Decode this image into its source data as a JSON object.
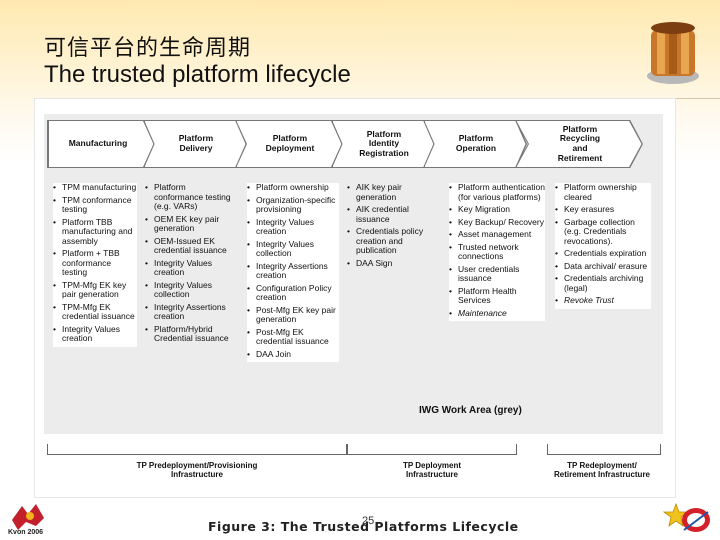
{
  "slide": {
    "title_cn": "可信平台的生命周期",
    "title_en": "The trusted platform lifecycle",
    "page_number": "25",
    "caption": "Figure 3: The Trusted Platforms Lifecycle",
    "logo_left_text": "Kvon 2006"
  },
  "figure": {
    "stages": [
      "Manufacturing",
      "Platform\nDelivery",
      "Platform\nDeployment",
      "Platform\nIdentity\nRegistration",
      "Platform\nOperation",
      "Platform\nRecycling\nand\nRetirement"
    ],
    "columns": [
      {
        "items": [
          "TPM manufacturing",
          "TPM conformance testing",
          "Platform TBB manufacturing and assembly",
          "Platform + TBB conformance testing",
          "TPM-Mfg EK key pair generation",
          "TPM-Mfg EK credential issuance",
          "Integrity Values creation"
        ],
        "italic": []
      },
      {
        "items": [
          "Platform conformance testing (e.g. VARs)",
          "OEM EK key pair generation",
          "OEM-Issued EK credential issuance",
          "Integrity Values creation",
          "Integrity Values collection",
          "Integrity Assertions creation",
          "Platform/Hybrid Credential issuance"
        ],
        "italic": []
      },
      {
        "items": [
          "Platform ownership",
          "Organization-specific provisioning",
          "Integrity Values creation",
          "Integrity Values collection",
          "Integrity Assertions creation",
          "Configuration Policy creation",
          "Post-Mfg EK key pair generation",
          "Post-Mfg EK credential issuance",
          "DAA Join"
        ],
        "italic": []
      },
      {
        "items": [
          "AIK key pair generation",
          "AIK credential issuance",
          "Credentials policy creation and publication",
          "DAA Sign"
        ],
        "italic": []
      },
      {
        "items": [
          "Platform authentication (for various platforms)",
          "Key Migration",
          "Key Backup/ Recovery",
          "Asset management",
          "Trusted network connections",
          "User credentials issuance",
          "Platform Health Services",
          "Maintenance"
        ],
        "italic": [
          "Maintenance"
        ]
      },
      {
        "items": [
          "Platform ownership cleared",
          "Key erasures",
          "Garbage collection (e.g. Credentials revocations).",
          "Credentials expiration",
          "Data archival/ erasure",
          "Credentials archiving (legal)",
          "Revoke Trust"
        ],
        "italic": [
          "Revoke Trust"
        ]
      }
    ],
    "work_area_label": "IWG Work Area (grey)",
    "infrastructure": [
      "TP Predeployment/Provisioning\nInfrastructure",
      "TP Deployment\nInfrastructure",
      "TP Redeployment/\nRetirement Infrastructure"
    ]
  },
  "colors": {
    "work_area_grey": "#ececec",
    "header_gradient_top": "#ffe9b0"
  }
}
